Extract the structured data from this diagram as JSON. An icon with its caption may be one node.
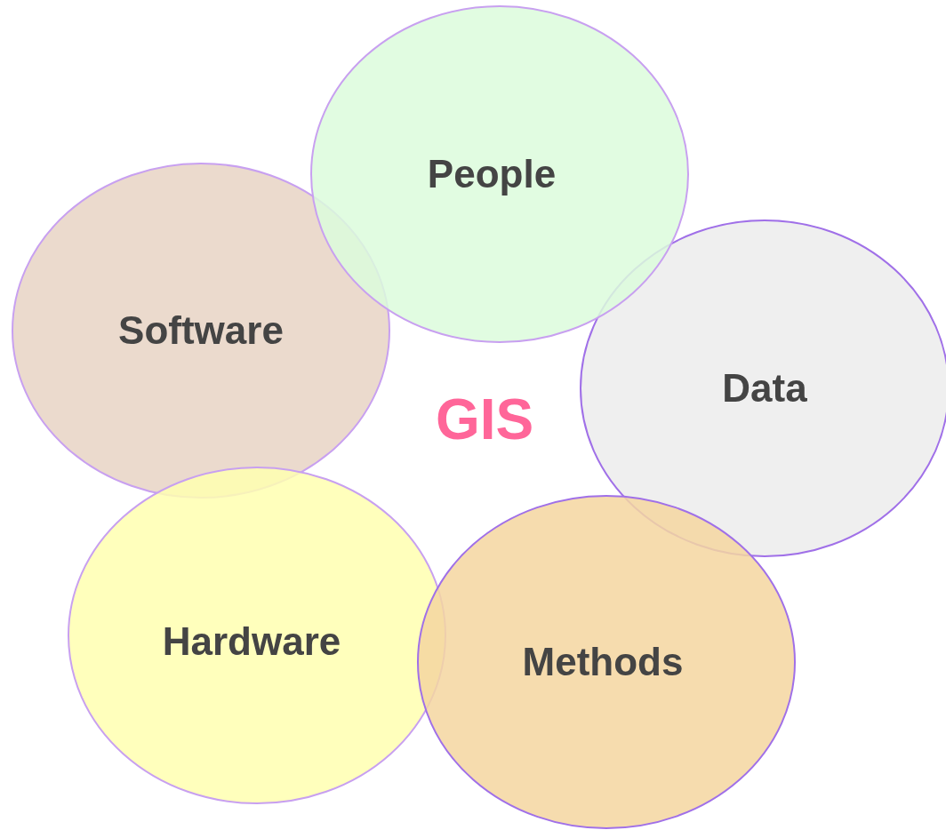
{
  "diagram": {
    "nodes": [
      {
        "text": [
          "People"
        ]
      },
      {
        "text": [
          "Software"
        ]
      },
      {
        "text": [
          "Data"
        ]
      },
      {
        "text": [
          "Hardware"
        ]
      },
      {
        "text": [
          "Methods"
        ]
      }
    ],
    "labels": [
      "GIS"
    ]
  }
}
